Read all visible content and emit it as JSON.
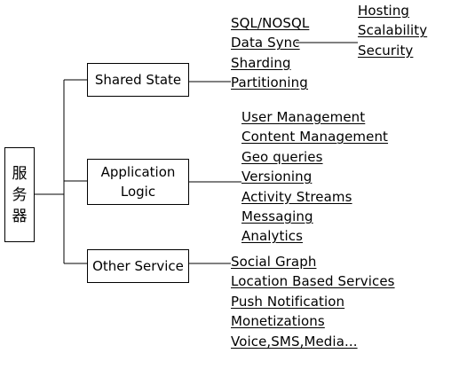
{
  "root": {
    "chars": [
      "服",
      "务",
      "器"
    ]
  },
  "branches": {
    "shared_state": {
      "label": "Shared State",
      "items": [
        "SQL/NOSQL",
        "Data Sync",
        "Sharding",
        "Partitioning"
      ],
      "data_sync_items": [
        "Hosting",
        "Scalability",
        "Security"
      ]
    },
    "application_logic": {
      "label_line1": "Application",
      "label_line2": "Logic",
      "items": [
        "User Management",
        "Content Management",
        "Geo queries",
        "Versioning",
        "Activity Streams",
        "Messaging",
        "Analytics"
      ]
    },
    "other_service": {
      "label": "Other Service",
      "items": [
        "Social Graph",
        "Location Based Services",
        "Push Notification",
        "Monetizations",
        "Voice,SMS,Media..."
      ]
    }
  }
}
